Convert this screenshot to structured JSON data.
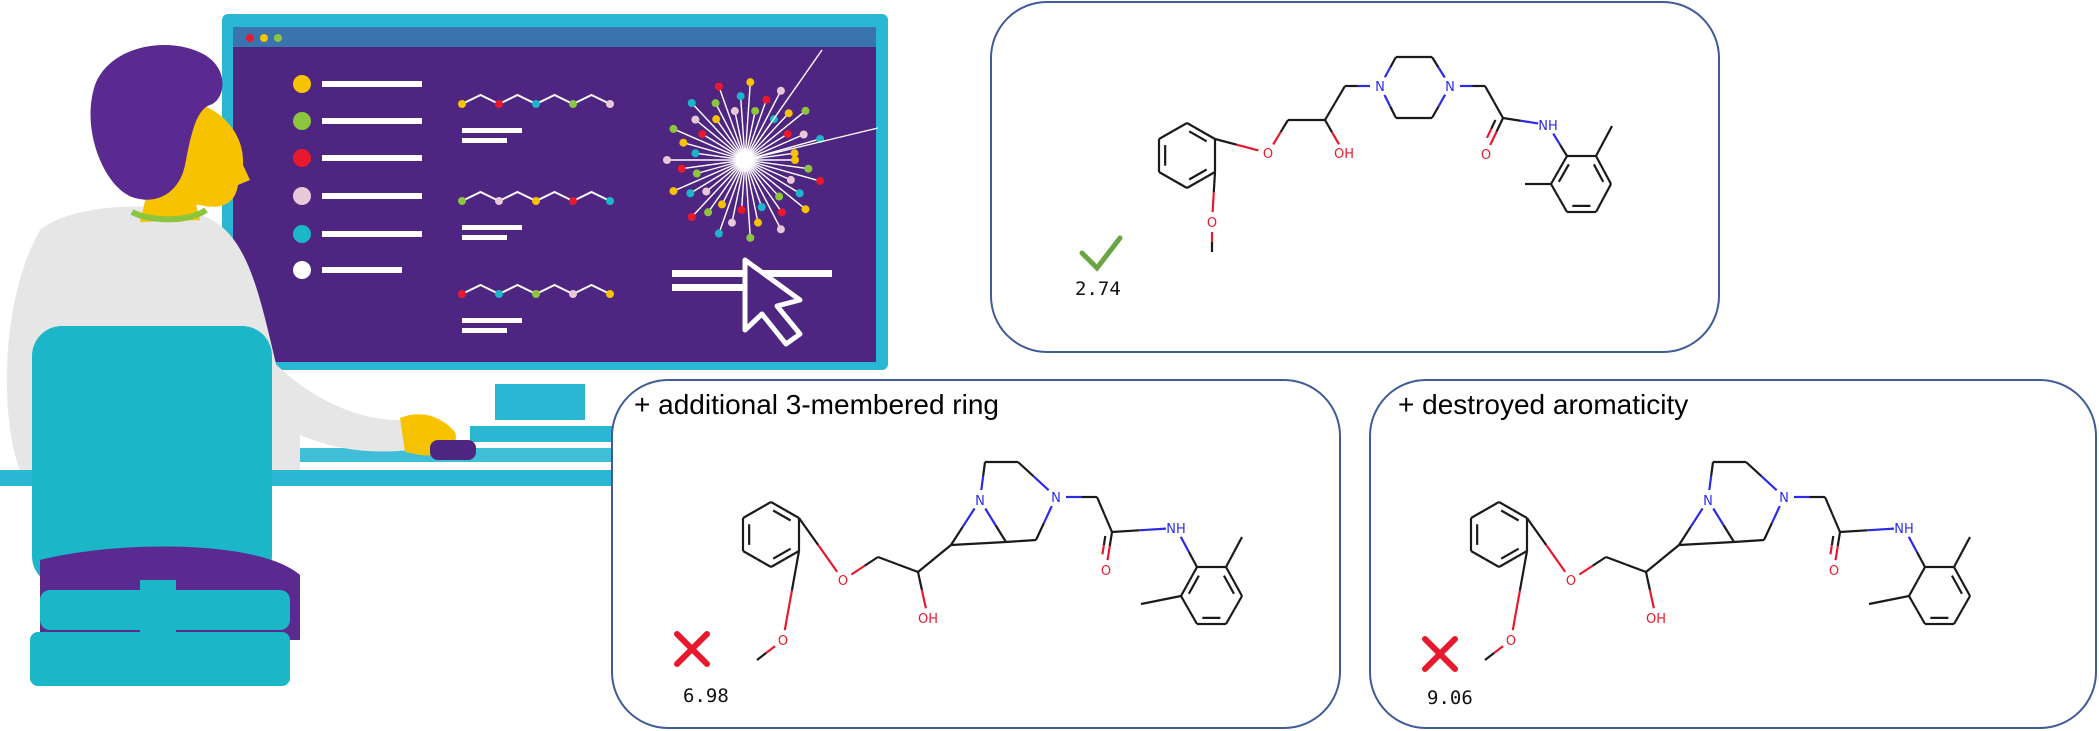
{
  "colors": {
    "panel_border": "#3f5b9a",
    "bond": "#1a1a1a",
    "oxygen": "#e8192c",
    "nitrogen": "#2b2bea",
    "check": "#6aa543",
    "cross": "#e8192c",
    "screen": "#4e2580",
    "monitor_frame": "#2ab7d3",
    "person_hair": "#5b2a91",
    "person_skin": "#f7c200",
    "coat": "#e6e6e6",
    "chair": "#1bb6c8"
  },
  "screen": {
    "legend_dot_colors": [
      "#f7c200",
      "#8cc63f",
      "#e8192c",
      "#e8c8d8",
      "#1bb6c8",
      "#ffffff"
    ]
  },
  "molecules": [
    {
      "id": "original",
      "title": "",
      "score": "2.74",
      "verdict": "check-icon"
    },
    {
      "id": "three-ring",
      "title": "+ additional 3-membered ring",
      "score": "6.98",
      "verdict": "cross-icon"
    },
    {
      "id": "no-aromatic",
      "title": "+ destroyed aromaticity",
      "score": "9.06",
      "verdict": "cross-icon"
    }
  ],
  "atoms": {
    "oxygen_label": "O",
    "hydroxyl_label": "OH",
    "nitrogen_label": "N",
    "amide_label": "NH"
  }
}
